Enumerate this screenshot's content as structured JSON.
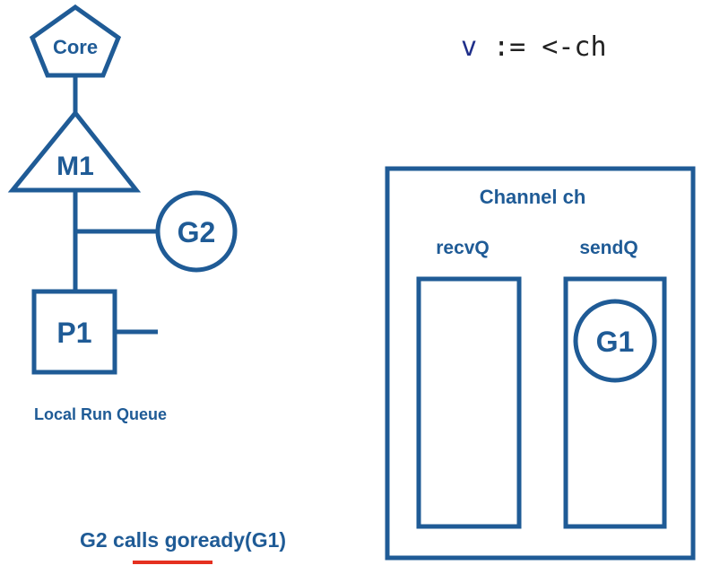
{
  "colors": {
    "primary": "#1f5b96",
    "code_var": "#1f2f8a",
    "code_text": "#222222",
    "underline": "#e53020"
  },
  "scheduler": {
    "core_label": "Core",
    "machine_label": "M1",
    "goroutine_label": "G2",
    "processor_label": "P1",
    "run_queue_label": "Local Run Queue"
  },
  "code": {
    "var": "v",
    "rest": " := <-ch"
  },
  "channel": {
    "title": "Channel ch",
    "recvq_label": "recvQ",
    "sendq_label": "sendQ",
    "sendq_item": "G1"
  },
  "caption": "G2 calls goready(G1)"
}
